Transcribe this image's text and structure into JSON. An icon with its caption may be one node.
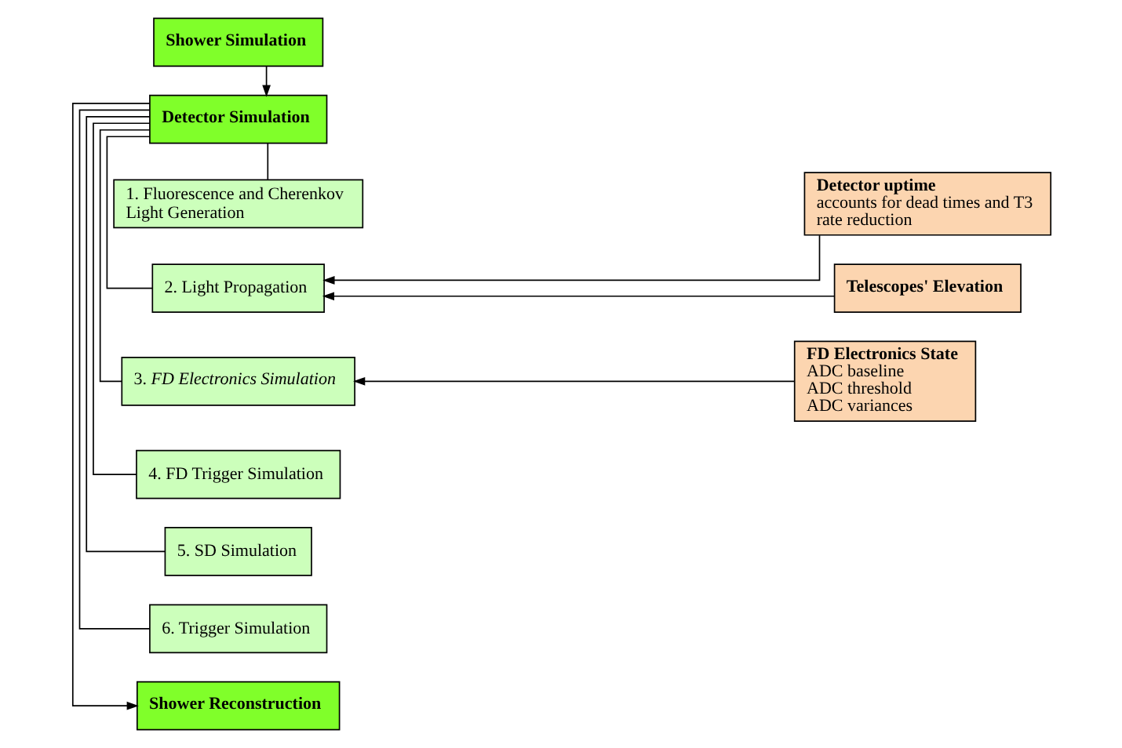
{
  "diagram": {
    "nodes": [
      {
        "text": [
          "Shower Simulation"
        ]
      },
      {
        "text": [
          "Detector Simulation"
        ]
      },
      {
        "text": [
          "1. Fluorescence and Cherenkov Light Generation"
        ]
      },
      {
        "text": [
          "2. Light Propagation"
        ]
      },
      {
        "text": [
          "3. *FD Electronics Simulation*"
        ]
      },
      {
        "text": [
          "4. FD Trigger Simulation"
        ]
      },
      {
        "text": [
          "5. SD Simulation"
        ]
      },
      {
        "text": [
          "6. Trigger Simulation"
        ]
      },
      {
        "text": [
          "Shower Reconstruction"
        ]
      },
      {
        "text": [
          "Detector uptime",
          "accounts for dead times and T3 rate reduction"
        ]
      },
      {
        "text": [
          "Telescopes' Elevation"
        ]
      },
      {
        "text": [
          "FD Electronics State",
          "ADC baseline",
          "ADC threshold",
          "ADC variances"
        ]
      }
    ],
    "edges": [
      {
        "from": 0,
        "to": 1,
        "arrow": "to"
      },
      {
        "from": 1,
        "to": 2,
        "arrow": "none"
      },
      {
        "from": 1,
        "to": 3,
        "arrow": "none"
      },
      {
        "from": 1,
        "to": 4,
        "arrow": "none"
      },
      {
        "from": 1,
        "to": 5,
        "arrow": "none"
      },
      {
        "from": 1,
        "to": 6,
        "arrow": "none"
      },
      {
        "from": 1,
        "to": 7,
        "arrow": "none"
      },
      {
        "from": 1,
        "to": 8,
        "arrow": "to"
      },
      {
        "from": 9,
        "to": 3,
        "arrow": "to"
      },
      {
        "from": 10,
        "to": 3,
        "arrow": "to"
      },
      {
        "from": 11,
        "to": 4,
        "arrow": "to"
      }
    ]
  }
}
